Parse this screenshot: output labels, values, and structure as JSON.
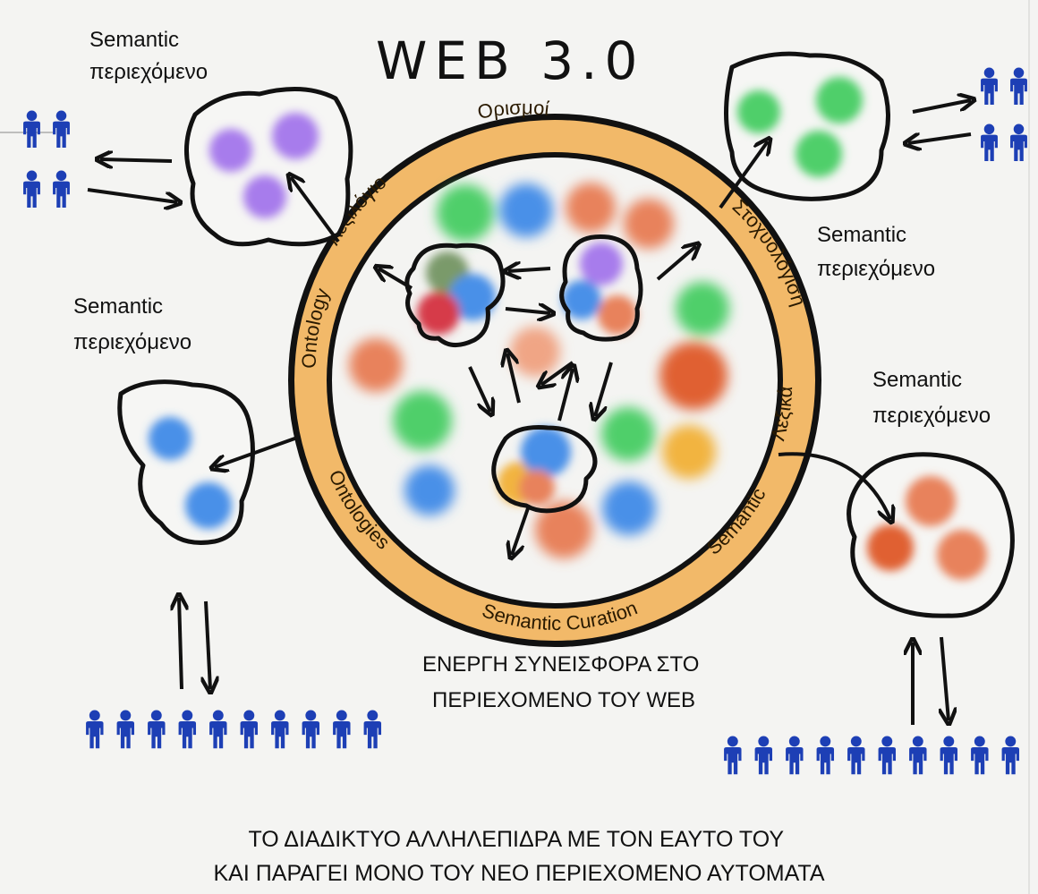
{
  "title": "WEB 3.0",
  "ring_labels": {
    "top": "Ορισμοί",
    "top_left": "Λεξιλόγιο",
    "left": "Ontology",
    "bottom_left": "Ontologies",
    "bottom": "Semantic Curation",
    "bottom_right": "Semantic",
    "right": "Λεξικά",
    "top_right": "Στοχυολόγιση"
  },
  "content_labels": {
    "top_left": [
      "Semantic",
      "περιεχόμενο"
    ],
    "top_right": [
      "Semantic",
      "περιεχόμενο"
    ],
    "mid_left": [
      "Semantic",
      "περιεχόμενο"
    ],
    "mid_right": [
      "Semantic",
      "περιεχόμενο"
    ]
  },
  "middle_caption": [
    "ΕΝΕΡΓΗ ΣΥΝΕΙΣΦΟΡΑ ΣΤΟ",
    "ΠΕΡΙΕΧΟΜΕΝΟ ΤΟΥ WEB"
  ],
  "bottom_caption": [
    "ΤΟ ΔΙΑΔΙΚΤΥΟ ΑΛΛΗΛΕΠΙΔΡΑ ΜΕ ΤΟΝ ΕΑΥΤΟ ΤΟΥ",
    "ΚΑΙ ΠΑΡΑΓΕΙ ΜΟΝΟ ΤΟΥ ΝΕΟ ΠΕΡΙΕΧΟΜΕΝΟ ΑΥΤΟΜΑΤΑ"
  ],
  "colors": {
    "ring": "#f2b969",
    "person": "#1d3fb5",
    "purple": "#a77bec",
    "green": "#4fcf6a",
    "blue": "#4a90e8",
    "orange": "#e8825c",
    "red": "#d63a4a",
    "yellow": "#f2b440",
    "olive": "#7a9a6a"
  },
  "icons": [
    "person-icon",
    "arrow-icon"
  ]
}
